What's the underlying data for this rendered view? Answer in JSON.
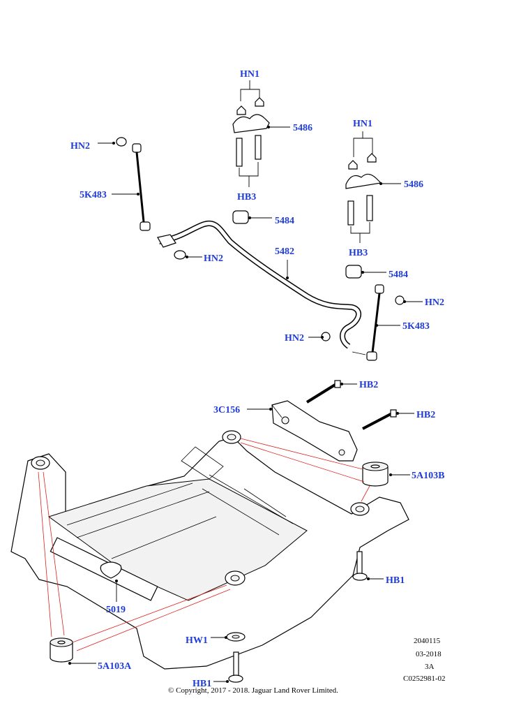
{
  "callouts": {
    "hn1_top": "HN1",
    "c5486_top": "5486",
    "hb3_top": "HB3",
    "hn2_left": "HN2",
    "c5k483_left": "5K483",
    "hn1_right": "HN1",
    "c5486_right": "5486",
    "hb3_right": "HB3",
    "c5484_top": "5484",
    "hn2_mid": "HN2",
    "c5482": "5482",
    "c5484_right": "5484",
    "hn2_right": "HN2",
    "c5k483_right": "5K483",
    "hn2_low": "HN2",
    "hb2_top": "HB2",
    "c3c156": "3C156",
    "hb2_right": "HB2",
    "c5a103b": "5A103B",
    "hb1_right": "HB1",
    "c5019": "5019",
    "hw1": "HW1",
    "c5a103a": "5A103A",
    "hb1_bottom": "HB1"
  },
  "meta": {
    "code1": "2040115",
    "code2": "03-2018",
    "code3": "3A",
    "code4": "C0252981-02",
    "copyright": "© Copyright, 2017 - 2018. Jaguar Land Rover Limited."
  },
  "colors": {
    "callout": "#1f3bd6",
    "guide_line": "#e0201a"
  }
}
